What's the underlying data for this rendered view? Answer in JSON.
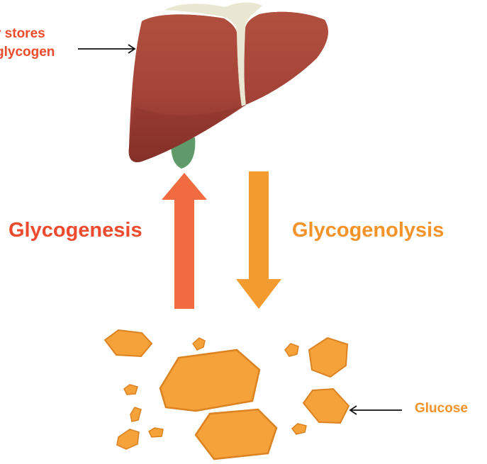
{
  "labels": {
    "liver_line1": "r stores",
    "liver_line2": "glycogen",
    "glycogenesis": "Glycogenesis",
    "glycogenolysis": "Glycogenolysis",
    "glucose": "Glucose"
  },
  "colors": {
    "liver": "#a44338",
    "liver_shadow": "#7c2c24",
    "ligament": "#e9e7d2",
    "gallbladder": "#5f9a6b",
    "glycogenesis_arrow": "#f06b3f",
    "glycogenolysis_arrow": "#f49b2f",
    "glycogenesis_text": "#ee4a2d",
    "glycogenolysis_text": "#f4932a",
    "glucose": "#f5a23a",
    "glucose_dark": "#dc8221",
    "pointer": "#111111"
  },
  "icons": [
    "liver",
    "gallbladder",
    "up-arrow",
    "down-arrow",
    "glucose-crystal",
    "pointer-arrow"
  ]
}
